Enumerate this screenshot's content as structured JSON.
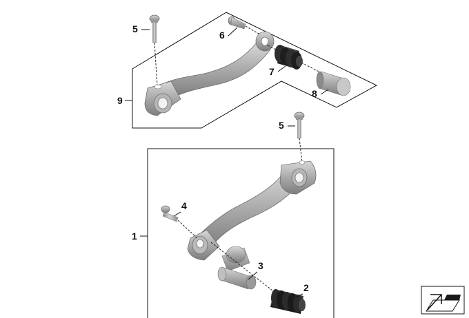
{
  "diagram": {
    "callouts": {
      "c5_top": "5",
      "c6": "6",
      "c7": "7",
      "c8": "8",
      "c9": "9",
      "c5_mid": "5",
      "c4": "4",
      "c1": "1",
      "c3": "3",
      "c2": "2"
    },
    "colors": {
      "part_metal": "#a8a8a8",
      "part_shadow": "#7a7a7a",
      "part_highlight": "#dcdcdc",
      "rubber": "#2b2b2b",
      "line": "#111111"
    },
    "icons": [
      "gear-lever-icon"
    ]
  }
}
